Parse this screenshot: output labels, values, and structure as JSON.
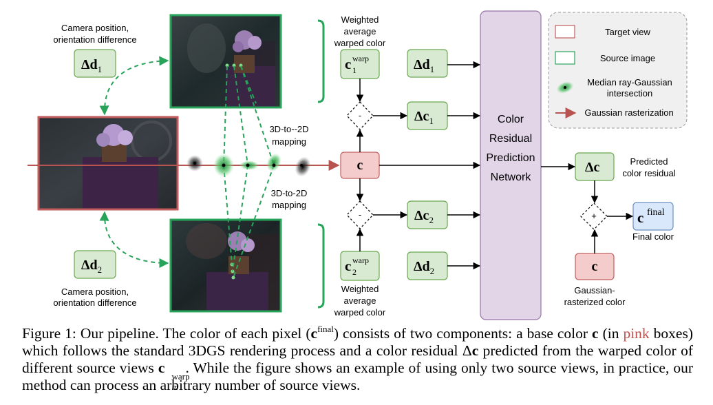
{
  "labels": {
    "camera_top": [
      "Camera position,",
      "orientation difference"
    ],
    "camera_bottom": [
      "Camera position,",
      "orientation difference"
    ],
    "weighted_top": [
      "Weighted",
      "average",
      "warped color"
    ],
    "weighted_bottom": [
      "Weighted",
      "average",
      "warped color"
    ],
    "mapping_top": [
      "3D-to--2D",
      "mapping"
    ],
    "mapping_bottom": [
      "3D-to-2D",
      "mapping"
    ],
    "network": [
      "Color",
      "Residual",
      "Prediction",
      "Network"
    ],
    "predicted": [
      "Predicted",
      "color residual"
    ],
    "final_color": "Final color",
    "gaussian_rasterized": [
      "Gaussian-",
      "rasterized color"
    ]
  },
  "symbols": {
    "delta": "Δ",
    "d": "d",
    "c": "c",
    "sub1": "1",
    "sub2": "2",
    "warp": "warp",
    "final": "final",
    "minus": "-",
    "plus": "+"
  },
  "legend": {
    "target_view": "Target view",
    "source_image": "Source image",
    "median": [
      "Median ray-Gaussian",
      "intersection"
    ],
    "rasterization": "Gaussian rasterization"
  },
  "caption": {
    "part1": "Figure 1: Our pipeline. The color of each pixel (",
    "c": "c",
    "final": "final",
    "part2": ") consists of two components: a base color ",
    "part3": " (in ",
    "pink": "pink",
    "part4": " boxes) which follows the standard 3DGS rendering process and a color residual Δ",
    "part5": " predicted from the warped color of different source views ",
    "warp": "warp",
    "m": "m",
    "part6": ". While the figure shows an example of using only two source views, in practice, our method can process an arbitrary number of source views."
  },
  "colors": {
    "green_fill": "#d9ead3",
    "green_stroke": "#6aa84f",
    "pink_fill": "#f4cccc",
    "pink_stroke": "#c06060",
    "purple_fill": "#e1d5e7",
    "purple_stroke": "#9673a6",
    "blue_fill": "#dae8fc",
    "blue_stroke": "#6c8ebf",
    "source_border": "#27a35a",
    "target_border": "#c25b5b"
  }
}
